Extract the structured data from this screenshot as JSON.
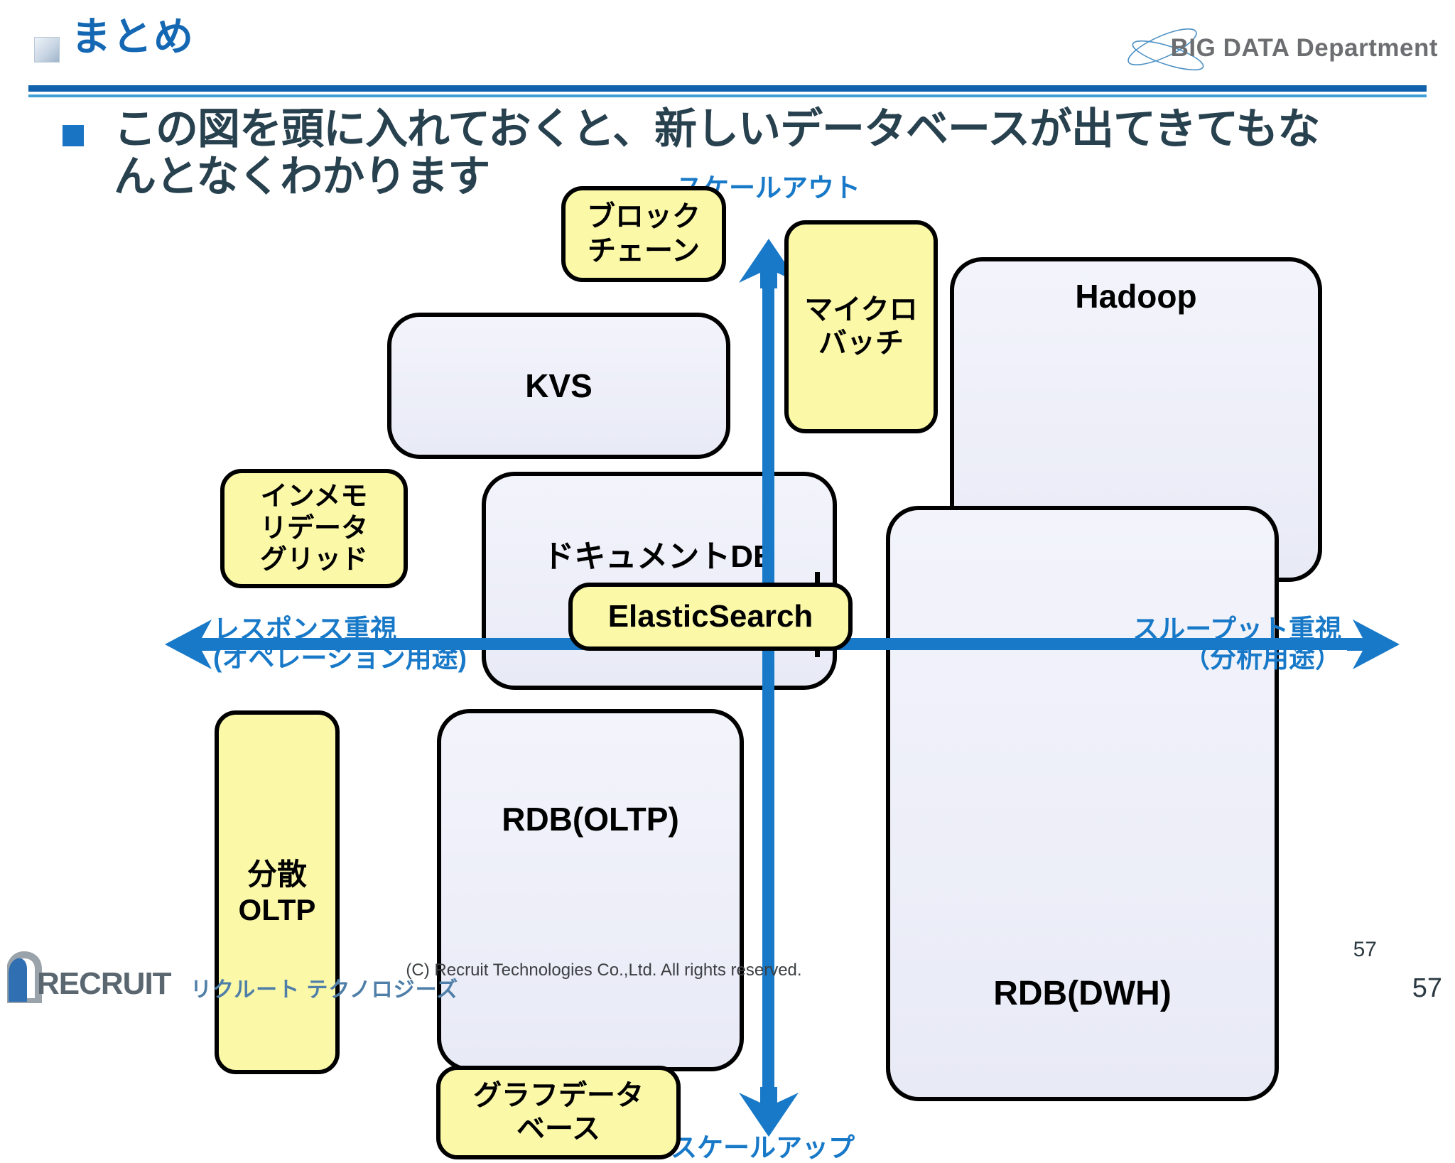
{
  "header": {
    "title": "まとめ",
    "brand": "BIG DATA Department",
    "marker_icon": "square-bullet-icon",
    "logo_icon": "big-data-ellipses-logo"
  },
  "lead": {
    "bullet_icon": "square-bullet-icon",
    "text": "この図を頭に入れておくと、新しいデータベースが出てきてもなんとなくわかります"
  },
  "diagram": {
    "axes": {
      "up_label": "スケールアウト",
      "down_label": "スケールアップ",
      "left_label_line1": "レスポンス重視",
      "left_label_line2": "(オペレーション用途)",
      "right_label_line1": "スループット重視",
      "right_label_line2": "（分析用途）",
      "color": "#1879c8"
    },
    "nodes": [
      {
        "id": "kvs",
        "label": "KVS",
        "kind": "blue"
      },
      {
        "id": "blockchain",
        "label": "ブロック\nチェーン",
        "kind": "yellow"
      },
      {
        "id": "microbatch",
        "label": "マイクロ\nバッチ",
        "kind": "yellow"
      },
      {
        "id": "hadoop",
        "label": "Hadoop",
        "kind": "blue"
      },
      {
        "id": "inmemory-grid",
        "label": "インメモ\nリデータ\nグリッド",
        "kind": "yellow"
      },
      {
        "id": "document-db",
        "label": "ドキュメントDB",
        "kind": "blue"
      },
      {
        "id": "elasticsearch",
        "label": "ElasticSearch",
        "kind": "yellow"
      },
      {
        "id": "rdb-dwh",
        "label": "RDB(DWH)",
        "kind": "blue"
      },
      {
        "id": "distributed-oltp",
        "label": "分散\nOLTP",
        "kind": "yellow"
      },
      {
        "id": "rdb-oltp",
        "label": "RDB(OLTP)",
        "kind": "blue"
      },
      {
        "id": "graph-db",
        "label": "グラフデータ\nベース",
        "kind": "yellow"
      }
    ],
    "node_labels": {
      "kvs": "KVS",
      "blockchain_line1": "ブロック",
      "blockchain_line2": "チェーン",
      "microbatch_line1": "マイクロ",
      "microbatch_line2": "バッチ",
      "hadoop": "Hadoop",
      "inmemory_line1": "インメモ",
      "inmemory_line2": "リデータ",
      "inmemory_line3": "グリッド",
      "document_db": "ドキュメントDB",
      "elasticsearch": "ElasticSearch",
      "rdb_dwh": "RDB(DWH)",
      "distributed_oltp_line1": "分散",
      "distributed_oltp_line2": "OLTP",
      "rdb_oltp": "RDB(OLTP)",
      "graph_db_line1": "グラフデータ",
      "graph_db_line2": "ベース"
    }
  },
  "footer": {
    "copyright": "(C) Recruit Technologies Co.,Ltd. All rights reserved.",
    "page_number_top": "57",
    "page_number_bottom": "57",
    "logo_text": "RECRUIT",
    "logo_text_jp": "リクルート テクノロジーズ",
    "logo_icon": "recruit-r-mark"
  },
  "colors": {
    "accent_blue": "#1468b3",
    "axis_blue": "#1879c8",
    "yellow_node": "#fbf8a8",
    "blue_node": "#e8eaf6",
    "heading_text": "#28414f"
  }
}
